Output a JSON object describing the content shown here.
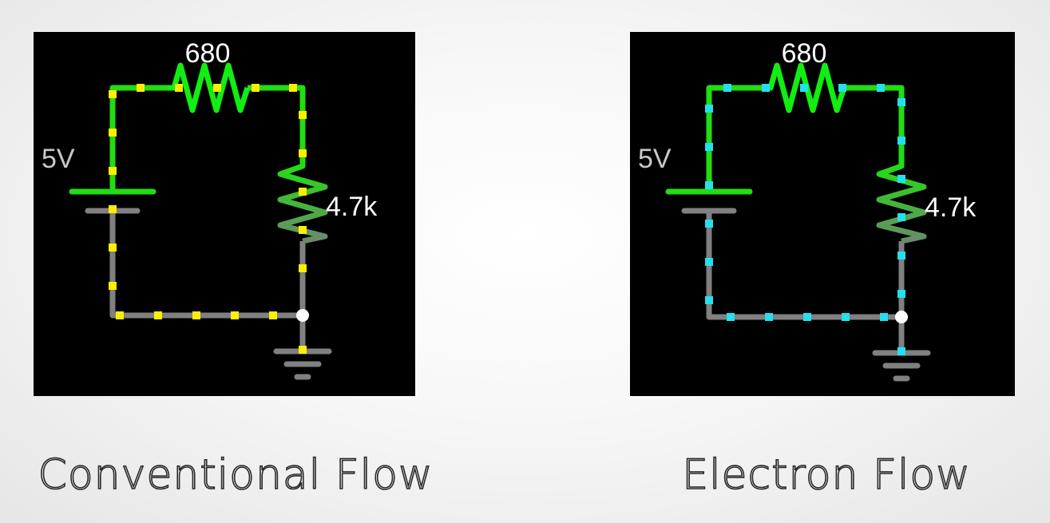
{
  "colors": {
    "background": "#f2f2f2",
    "panel": "#000000",
    "wire_energized": "#22dd11",
    "wire_ground": "#808080",
    "resistor_top": "#11ee11",
    "battery_label": "#c8c8c8",
    "value_label": "#ffffff",
    "node": "#ffffff"
  },
  "panels": [
    {
      "id": "conventional",
      "battery_label": "5V",
      "resistor_top_label": "680",
      "resistor_right_label": "4.7k",
      "caption": "Conventional Flow",
      "charge_color": "#ffee00",
      "charge_kind": "conventional-current"
    },
    {
      "id": "electron",
      "battery_label": "5V",
      "resistor_top_label": "680",
      "resistor_right_label": "4.7k",
      "caption": "Electron Flow",
      "charge_color": "#22e0ee",
      "charge_kind": "electron"
    }
  ]
}
